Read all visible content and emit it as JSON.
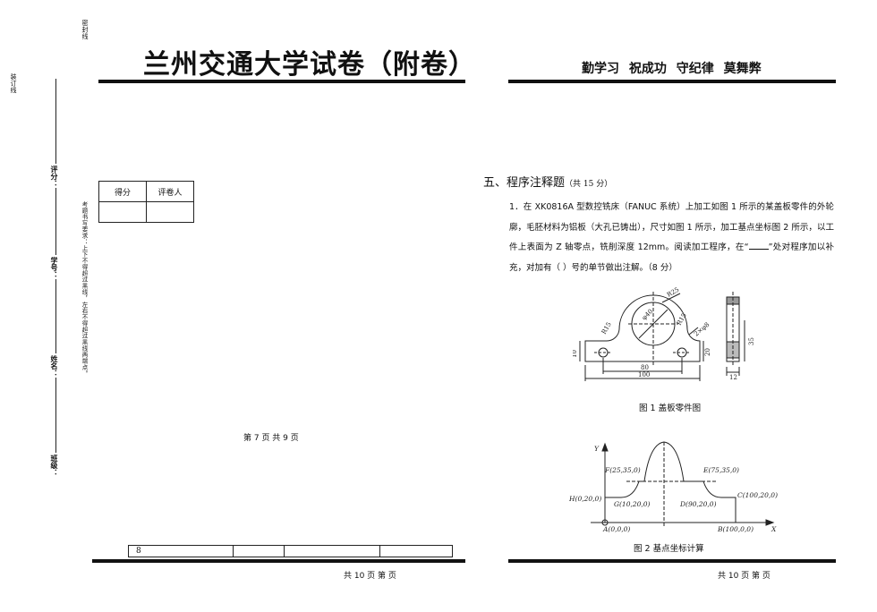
{
  "left_margin": {
    "seal_line": "密封线",
    "binding_line": "装订线",
    "instructions": "考题书写要求：上下不得超过黑线，左右不得超过黑线两端点。",
    "fields": [
      "评分：",
      "学号：",
      "姓名：",
      "班级："
    ]
  },
  "header": {
    "title": "兰州交通大学试卷（附卷）",
    "motto": "勤学习  祝成功  守纪律  莫舞弊"
  },
  "score_box": {
    "headers": [
      "得分",
      "评卷人"
    ]
  },
  "left_page": {
    "page_info": "第 7 页   共 9 页",
    "bottom_cell": "8",
    "footer": "共  10 页    第      页"
  },
  "right_page": {
    "section_title": "五、程序注释题",
    "section_points": "（共 15 分）",
    "question_part1": "1．在 XK0816A 型数控铣床（FANUC 系统）上加工如图 1 所示的某盖板零件的外轮廓，毛胚材料为铝板（大孔已铸出），尺寸如图 1 所示，加工基点坐标图 2 所示，以工件上表面为 Z 轴零点，铣削深度 12mm。阅读加工程序，在“",
    "question_part2": "”处对程序加以补充，对加有（ ）号的单节做出注解。（8 分）",
    "fig1_caption": "图 1  盖板零件图",
    "fig2_caption": "图 2  基点坐标计算",
    "footer": "共  10 页    第      页"
  },
  "figure1": {
    "dims": [
      "R25",
      "φ40",
      "R15",
      "R15",
      "2×φ8",
      "10",
      "20",
      "80",
      "100",
      "35",
      "12"
    ]
  },
  "figure2": {
    "axis_y": "Y",
    "axis_x": "X",
    "points": [
      "F(25,35,0)",
      "E(75,35,0)",
      "H(0,20,0)",
      "C(100,20,0)",
      "G(10,20,0)",
      "D(90,20,0)",
      "A(0,0,0)",
      "B(100,0,0)"
    ]
  }
}
